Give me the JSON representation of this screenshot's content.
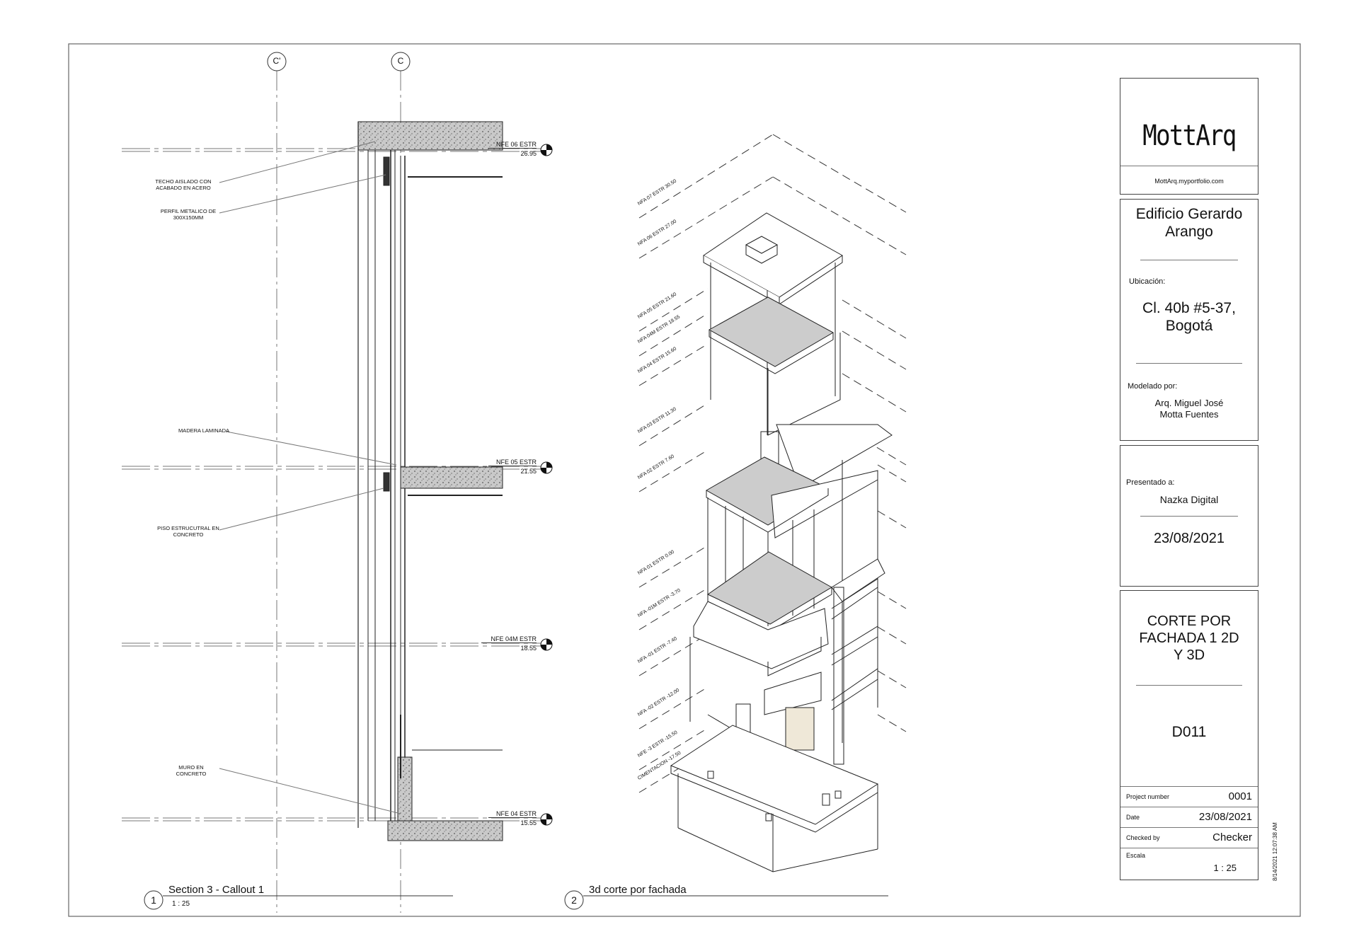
{
  "logo": {
    "brand": "MottArq",
    "website": "MottArq.myportfolio.com"
  },
  "project": {
    "name": "Edificio Gerardo Arango"
  },
  "location": {
    "label": "Ubicación:",
    "value_line1": "Cl. 40b #5-37,",
    "value_line2": "Bogotá"
  },
  "modeler": {
    "label": "Modelado por:",
    "line1": "Arq. Miguel José",
    "line2": "Motta Fuentes"
  },
  "client": {
    "label": "Presentado a:",
    "name": "Nazka Digital",
    "date": "23/08/2021"
  },
  "sheet": {
    "title_line1": "CORTE POR",
    "title_line2": "FACHADA 1 2D",
    "title_line3": "Y 3D",
    "number": "D011"
  },
  "fields": [
    {
      "label": "Project number",
      "value": "0001"
    },
    {
      "label": "Date",
      "value": "23/08/2021"
    },
    {
      "label": "Checked by",
      "value": "Checker"
    },
    {
      "label": "Escala",
      "value": "1 : 25"
    }
  ],
  "timestamp": "8/14/2021 12:07:38 AM",
  "gridlines": {
    "left": "C'",
    "right": "C"
  },
  "section": {
    "levels": [
      {
        "name": "NFE 06 ESTR",
        "elev": "26.95"
      },
      {
        "name": "NFE 05 ESTR",
        "elev": "21.55"
      },
      {
        "name": "NFE 04M ESTR",
        "elev": "18.55"
      },
      {
        "name": "NFE 04 ESTR",
        "elev": "15.55"
      }
    ],
    "annotations": {
      "roof": "TECHO AISLADO CON ACABADO EN ACERO",
      "profile": "PERFIL METALICO DE 300X150MM",
      "wood": "MADERA LAMINADA",
      "floor": "PISO ESTRUCUTRAL EN CONCRETO",
      "wall": "MURO EN CONCRETO"
    }
  },
  "iso_levels": [
    "NFA 07 ESTR 30.50",
    "NFA 06 ESTR 27.00",
    "NFA 05 ESTR 21.60",
    "NFA 04M ESTR 18.55",
    "NFA 04 ESTR 15.60",
    "NFA 03 ESTR 11.30",
    "NFA 02 ESTR 7.60",
    "NFA 01 ESTR 0.00",
    "NFA -01M ESTR -3.70",
    "NFA -01 ESTR -7.40",
    "NFA -02 ESTR -12.00",
    "NFE -3 ESTR -15.50",
    "CIMENTACION -17.50"
  ],
  "views": [
    {
      "num": "1",
      "title": "Section 3 - Callout 1",
      "scale": "1 : 25"
    },
    {
      "num": "2",
      "title": "3d corte por fachada",
      "scale": ""
    }
  ]
}
